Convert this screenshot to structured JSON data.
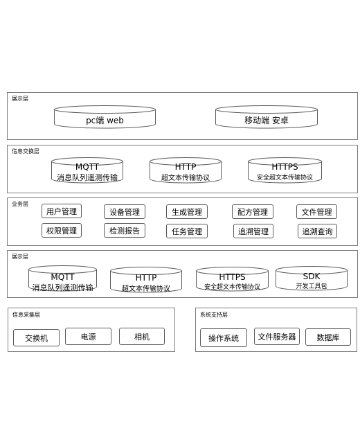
{
  "layers": {
    "presentation_top": {
      "title": "展示层",
      "items": [
        "pc端 web",
        "移动端 安卓"
      ]
    },
    "info_exchange": {
      "title": "信息交换层",
      "items": [
        {
          "main": "MQTT",
          "sub": "消息队列遥测传输"
        },
        {
          "main": "HTTP",
          "sub": "超文本传输协议"
        },
        {
          "main": "HTTPS",
          "sub": "安全超文本传输协议"
        }
      ]
    },
    "business": {
      "title": "业务层",
      "row1": [
        "用户管理",
        "设备管理",
        "生成管理",
        "配方管理",
        "文件管理"
      ],
      "row2": [
        "权限管理",
        "检测报告",
        "任务管理",
        "追溯管理",
        "追溯查询"
      ]
    },
    "presentation_bottom": {
      "title": "展示层",
      "items": [
        {
          "main": "MQTT",
          "sub": "消息队列遥测传输"
        },
        {
          "main": "HTTP",
          "sub": "超文本传输协议"
        },
        {
          "main": "HTTPS",
          "sub": "安全超文本传输协议"
        },
        {
          "main": "SDK",
          "sub": "开发工具包"
        }
      ]
    },
    "info_collection": {
      "title": "信息采集层",
      "items": [
        "交换机",
        "电源",
        "相机"
      ]
    },
    "system_support": {
      "title": "系统支持层",
      "items": [
        "操作系统",
        "文件服务器",
        "数据库"
      ]
    }
  }
}
